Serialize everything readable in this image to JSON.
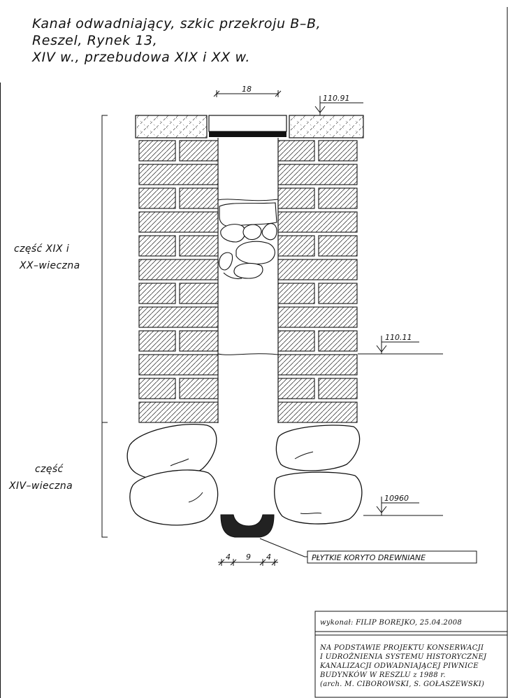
{
  "title": {
    "line1": "Kanał odwadniający, szkic przekroju B–B,",
    "line2": "Reszel, Rynek 13,",
    "line3": "XIV w., przebudowa XIX i XX w."
  },
  "dimensions": {
    "top_width": "18",
    "bottom_left": "4",
    "bottom_mid": "9",
    "bottom_right": "4"
  },
  "levels": {
    "top": "110.91",
    "middle": "110.11",
    "bottom": "10960"
  },
  "parts": {
    "upper_line1": "część XIX i",
    "upper_line2": "XX–wieczna",
    "lower_line1": "część",
    "lower_line2": "XIV–wieczna"
  },
  "callout": "PŁYTKIE KORYTO DREWNIANE",
  "title_block": {
    "author": "wykonał: FILIP BOREJKO, 25.04.2008",
    "source": [
      "NA PODSTAWIE  PROJEKTU KONSERWACJI",
      "I UDROŻNIENIA SYSTEMU HISTORYCZNEJ",
      "KANALIZACJI ODWADNIAJĄCEJ PIWNICE",
      "BUDYNKÓW W RESZLU z 1988 r.",
      "(arch. M. CIBOROWSKI, S. GOŁASZEWSKI)"
    ]
  }
}
